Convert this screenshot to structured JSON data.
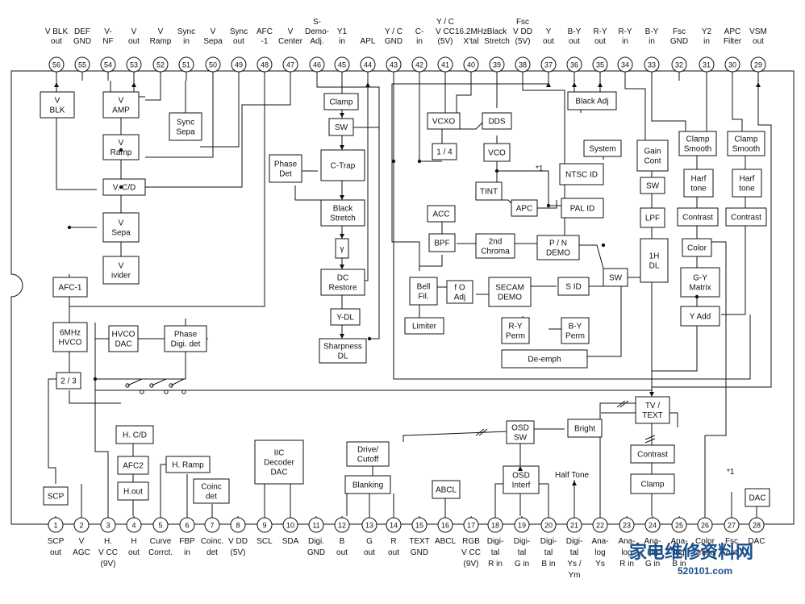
{
  "top_pins": [
    {
      "num": "56",
      "label": [
        "V BLK",
        "out"
      ]
    },
    {
      "num": "55",
      "label": [
        "DEF",
        "GND"
      ]
    },
    {
      "num": "54",
      "label": [
        "V-",
        "NF"
      ]
    },
    {
      "num": "53",
      "label": [
        "V",
        "out"
      ]
    },
    {
      "num": "52",
      "label": [
        "V",
        "Ramp"
      ]
    },
    {
      "num": "51",
      "label": [
        "Sync",
        "in"
      ]
    },
    {
      "num": "50",
      "label": [
        "V",
        "Sepa"
      ]
    },
    {
      "num": "49",
      "label": [
        "Sync",
        "out"
      ]
    },
    {
      "num": "48",
      "label": [
        "AFC",
        "-1"
      ]
    },
    {
      "num": "47",
      "label": [
        "V",
        "Center"
      ]
    },
    {
      "num": "46",
      "label": [
        "S-",
        "Demo-",
        "Adj."
      ]
    },
    {
      "num": "45",
      "label": [
        "Y1",
        "in"
      ]
    },
    {
      "num": "44",
      "label": [
        "APL"
      ]
    },
    {
      "num": "43",
      "label": [
        "Y / C",
        "GND"
      ]
    },
    {
      "num": "42",
      "label": [
        "C-",
        "in"
      ]
    },
    {
      "num": "41",
      "label": [
        "Y / C",
        "V CC",
        "(5V)"
      ]
    },
    {
      "num": "40",
      "label": [
        "16.2MHz",
        "X'tal"
      ]
    },
    {
      "num": "39",
      "label": [
        "Black",
        "Stretch"
      ]
    },
    {
      "num": "38",
      "label": [
        "Fsc",
        "V DD",
        "(5V)"
      ]
    },
    {
      "num": "37",
      "label": [
        "Y",
        "out"
      ]
    },
    {
      "num": "36",
      "label": [
        "B-Y",
        "out"
      ]
    },
    {
      "num": "35",
      "label": [
        "R-Y",
        "out"
      ]
    },
    {
      "num": "34",
      "label": [
        "R-Y",
        "in"
      ]
    },
    {
      "num": "33",
      "label": [
        "B-Y",
        "in"
      ]
    },
    {
      "num": "32",
      "label": [
        "Fsc",
        "GND"
      ]
    },
    {
      "num": "31",
      "label": [
        "Y2",
        "in"
      ]
    },
    {
      "num": "30",
      "label": [
        "APC",
        "Filter"
      ]
    },
    {
      "num": "29",
      "label": [
        "VSM",
        "out"
      ]
    }
  ],
  "bottom_pins": [
    {
      "num": "1",
      "label": [
        "SCP",
        "out"
      ]
    },
    {
      "num": "2",
      "label": [
        "V",
        "AGC"
      ]
    },
    {
      "num": "3",
      "label": [
        "H.",
        "V CC",
        "(9V)"
      ]
    },
    {
      "num": "4",
      "label": [
        "H",
        "out"
      ]
    },
    {
      "num": "5",
      "label": [
        "Curve",
        "Corrct."
      ]
    },
    {
      "num": "6",
      "label": [
        "FBP",
        "in"
      ]
    },
    {
      "num": "7",
      "label": [
        "Coinc.",
        "det"
      ]
    },
    {
      "num": "8",
      "label": [
        "V DD",
        "(5V)"
      ]
    },
    {
      "num": "9",
      "label": [
        "SCL"
      ]
    },
    {
      "num": "10",
      "label": [
        "SDA"
      ]
    },
    {
      "num": "11",
      "label": [
        "Digi.",
        "GND"
      ]
    },
    {
      "num": "12",
      "label": [
        "B",
        "out"
      ]
    },
    {
      "num": "13",
      "label": [
        "G",
        "out"
      ]
    },
    {
      "num": "14",
      "label": [
        "R",
        "out"
      ]
    },
    {
      "num": "15",
      "label": [
        "TEXT",
        "GND"
      ]
    },
    {
      "num": "16",
      "label": [
        "ABCL"
      ]
    },
    {
      "num": "17",
      "label": [
        "RGB",
        "V CC",
        "(9V)"
      ]
    },
    {
      "num": "18",
      "label": [
        "Digi-",
        "tal",
        "R in"
      ]
    },
    {
      "num": "19",
      "label": [
        "Digi-",
        "tal",
        "G in"
      ]
    },
    {
      "num": "20",
      "label": [
        "Digi-",
        "tal",
        "B in"
      ]
    },
    {
      "num": "21",
      "label": [
        "Digi-",
        "tal",
        "Ys /",
        "Ym"
      ]
    },
    {
      "num": "22",
      "label": [
        "Ana-",
        "log",
        "Ys"
      ]
    },
    {
      "num": "23",
      "label": [
        "Ana-",
        "log",
        "R in"
      ]
    },
    {
      "num": "24",
      "label": [
        "Ana-",
        "log",
        "G in"
      ]
    },
    {
      "num": "25",
      "label": [
        "Ana-",
        "log",
        "B in"
      ]
    },
    {
      "num": "26",
      "label": [
        "Color",
        "Limiter"
      ]
    },
    {
      "num": "27",
      "label": [
        "Fsc",
        "out"
      ]
    },
    {
      "num": "28",
      "label": [
        "DAC"
      ]
    }
  ],
  "blocks": {
    "v_blk": [
      "V",
      "BLK"
    ],
    "v_amp": [
      "V",
      "AMP"
    ],
    "sync_sepa": [
      "Sync",
      "Sepa"
    ],
    "v_ramp": [
      "V",
      "Ramp"
    ],
    "v_cd": [
      "V. C/D"
    ],
    "v_sepa": [
      "V",
      "Sepa"
    ],
    "v_divider": [
      "V",
      "ivider"
    ],
    "afc1": [
      "AFC-1"
    ],
    "hvco": [
      "6MHz",
      "HVCO"
    ],
    "hvco_dac": [
      "HVCO",
      "DAC"
    ],
    "phase_digi": [
      "Phase",
      "Digi. det"
    ],
    "div23": [
      "2 / 3"
    ],
    "h_cd": [
      "H. C/D"
    ],
    "afc2": [
      "AFC2"
    ],
    "h_ramp": [
      "H. Ramp"
    ],
    "h_out": [
      "H.out"
    ],
    "coinc_det": [
      "Coinc",
      "det"
    ],
    "scp": [
      "SCP"
    ],
    "iic": [
      "IIC",
      "Decoder",
      "DAC"
    ],
    "clamp_y": [
      "Clamp"
    ],
    "sw_y": [
      "SW"
    ],
    "phase_det": [
      "Phase",
      "Det"
    ],
    "ctrap": [
      "C-Trap"
    ],
    "black_stretch": [
      "Black",
      "Stretch"
    ],
    "gamma": [
      "γ"
    ],
    "dc_restore": [
      "DC",
      "Restore"
    ],
    "ydl": [
      "Y-DL"
    ],
    "sharpness": [
      "Sharpness",
      "DL"
    ],
    "vcxo": [
      "VCXO"
    ],
    "dds": [
      "DDS"
    ],
    "quarter": [
      "1 / 4"
    ],
    "vco": [
      "VCO"
    ],
    "tint": [
      "TINT"
    ],
    "apc": [
      "APC"
    ],
    "system": [
      "System"
    ],
    "ntsc_id": [
      "NTSC ID"
    ],
    "pal_id": [
      "PAL ID"
    ],
    "acc": [
      "ACC"
    ],
    "bpf": [
      "BPF"
    ],
    "chroma2": [
      "2nd",
      "Chroma"
    ],
    "pn_demo": [
      "P / N",
      "DEMO"
    ],
    "bell": [
      "Bell",
      "Fil."
    ],
    "f0adj": [
      "f O",
      "Adj"
    ],
    "secam": [
      "SECAM",
      "DEMO"
    ],
    "sid": [
      "S ID"
    ],
    "sw_c": [
      "SW"
    ],
    "limiter": [
      "Limiter"
    ],
    "ry_perm": [
      "R-Y",
      "Perm"
    ],
    "by_perm": [
      "B-Y",
      "Perm"
    ],
    "deemph": [
      "De-emph"
    ],
    "black_adj": [
      "Black Adj"
    ],
    "gain_cont": [
      "Gain",
      "Cont"
    ],
    "sw_g": [
      "SW"
    ],
    "lpf": [
      "LPF"
    ],
    "hdl": [
      "1H",
      "DL"
    ],
    "clamp_smooth1": [
      "Clamp",
      "Smooth"
    ],
    "clamp_smooth2": [
      "Clamp",
      "Smooth"
    ],
    "halftone1": [
      "Harf",
      "tone"
    ],
    "halftone2": [
      "Harf",
      "tone"
    ],
    "contrast1": [
      "Contrast"
    ],
    "contrast2": [
      "Contrast"
    ],
    "color": [
      "Color"
    ],
    "gy_matrix": [
      "G-Y",
      "Matrix"
    ],
    "y_add": [
      "Y Add"
    ],
    "tv_text": [
      "TV /",
      "TEXT"
    ],
    "bright": [
      "Bright"
    ],
    "osd_sw": [
      "OSD",
      "SW"
    ],
    "osd_interf": [
      "OSD",
      "Interf"
    ],
    "contrast_out": [
      "Contrast"
    ],
    "clamp_out": [
      "Clamp"
    ],
    "drive_cutoff": [
      "Drive/",
      "Cutoff"
    ],
    "blanking": [
      "Blanking"
    ],
    "abcl": [
      "ABCL"
    ],
    "dac": [
      "DAC"
    ]
  },
  "annotations": {
    "star1_top": "*1",
    "star1_bottom": "*1",
    "half_tone": "Half Tone"
  },
  "watermarks": {
    "brand_chars": "家电维修资料网",
    "brand_url": "520101.com"
  }
}
